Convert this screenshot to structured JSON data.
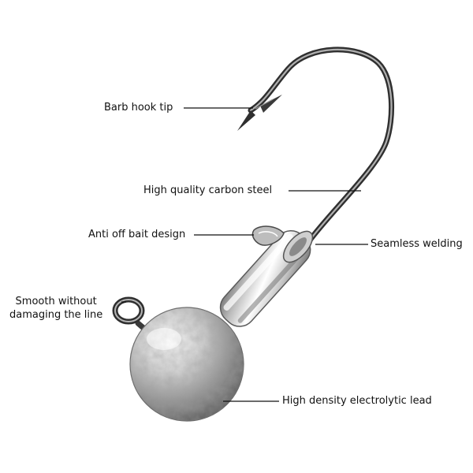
{
  "labels": {
    "barb_hook_tip": "Barb hook tip",
    "carbon_steel": "High quality carbon steel",
    "anti_off_bait": "Anti off bait design",
    "seamless_welding": "Seamless welding",
    "smooth_line_1": "Smooth without",
    "smooth_line_2": "damaging the line",
    "electrolytic_lead": "High density electrolytic lead"
  },
  "colors": {
    "background": "#ffffff",
    "text": "#111111",
    "leader_line": "#111111",
    "metal_dark": "#3f3f3f",
    "metal_mid": "#9a9a9a",
    "metal_light": "#f2f2f2"
  }
}
